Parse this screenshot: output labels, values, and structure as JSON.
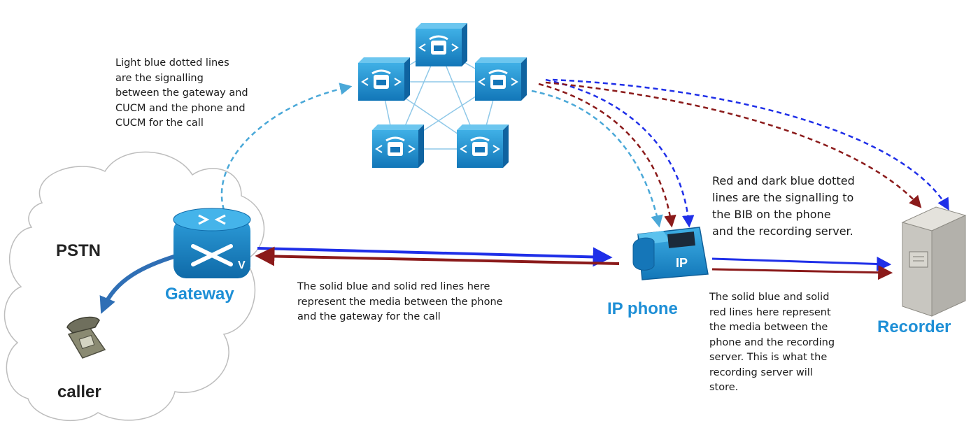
{
  "labels": {
    "pstn": "PSTN",
    "caller": "caller",
    "gateway": "Gateway",
    "ip_phone": "IP phone",
    "recorder": "Recorder",
    "phone_badge": "IP",
    "gateway_badge": "V"
  },
  "notes": {
    "signalling_cucm": [
      "Light blue dotted lines",
      "are the signalling",
      "between the gateway and",
      "CUCM and the phone and",
      "CUCM for the call"
    ],
    "signalling_bib": [
      "Red and dark blue dotted",
      "lines are the signalling to",
      "the BIB on the phone",
      "and the recording server."
    ],
    "media_gateway": [
      "The solid blue and solid red lines here",
      "represent the media between the phone",
      "and the gateway for the call"
    ],
    "media_recorder": [
      "The solid blue and solid",
      "red lines here represent",
      "the media between the",
      "phone and the recording",
      "server. This is what the",
      "recording server will",
      "store."
    ]
  },
  "colors": {
    "light_blue_signalling": "#4aa8d8",
    "dark_blue_signalling": "#1f2fe8",
    "red_signalling": "#8b1a1a",
    "media_blue": "#1f2fe8",
    "media_red": "#8b1a1a",
    "cisco_blue": "#1e8fd6",
    "pstn_arrow": "#2f6fb5"
  }
}
